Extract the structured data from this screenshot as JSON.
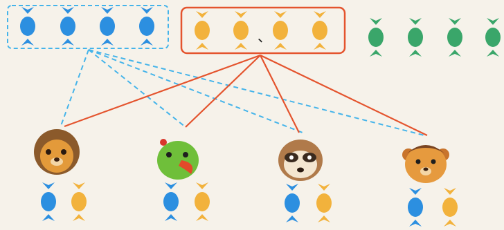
{
  "scene": {
    "colors": {
      "background": "#f6f2ea",
      "blue_candy": "#2c8fe0",
      "orange_candy": "#f2b23c",
      "green_candy": "#3aa66a",
      "dashed_box": "#45b4ea",
      "solid_box": "#e4542e",
      "solid_line": "#e4542e",
      "dashed_line": "#45b4ea"
    },
    "groups": {
      "blue": {
        "count": 4,
        "frame": "dashed"
      },
      "orange": {
        "count": 4,
        "frame": "solid"
      },
      "green": {
        "count": 4,
        "frame": "none"
      }
    },
    "characters": [
      {
        "name": "lion",
        "candies": [
          "blue",
          "orange"
        ]
      },
      {
        "name": "parrot",
        "candies": [
          "blue",
          "orange"
        ]
      },
      {
        "name": "raccoon",
        "candies": [
          "blue",
          "orange"
        ]
      },
      {
        "name": "bear",
        "candies": [
          "blue",
          "orange"
        ]
      }
    ],
    "separator_mark": "、"
  }
}
